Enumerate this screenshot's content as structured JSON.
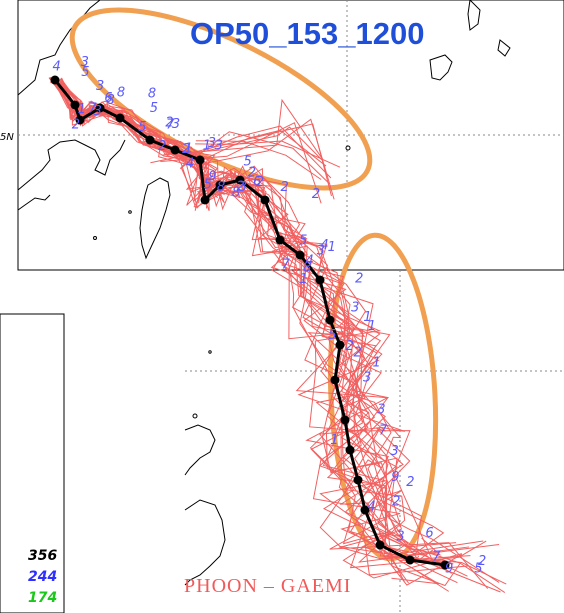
{
  "title": "OP50_153_1200",
  "lat_label": "5N",
  "typhoon_label": "PHOON  –  GAEMI",
  "legend": {
    "counts": [
      {
        "value": "356",
        "color": "#000000"
      },
      {
        "value": "244",
        "color": "#2f2fff"
      },
      {
        "value": "174",
        "color": "#19c819"
      }
    ]
  },
  "colors": {
    "ensemble_track": "#f26060",
    "observed_track": "#000000",
    "member_label": "#5a5aff",
    "highlight_ellipse": "#f0a050",
    "title": "#1F4FD8"
  },
  "member_labels": [
    "3",
    "6",
    "1",
    "8",
    "7",
    "5",
    "2",
    "3",
    "6",
    "8",
    "2",
    "2",
    "4",
    "5",
    "1",
    "3",
    "2",
    "1",
    "3",
    "1",
    "2",
    "2",
    "3",
    "9",
    "5",
    "4",
    "3",
    "2",
    "8",
    "5",
    "2",
    "1",
    "3",
    "2",
    "5",
    "3",
    "2",
    "1",
    "4",
    "8",
    "1",
    "5",
    "3",
    "7",
    "3",
    "9",
    "4",
    "6",
    "7",
    "2",
    "5",
    "3",
    "7",
    "8",
    "2",
    "3",
    "1",
    "4",
    "8",
    "9",
    "5",
    "2",
    "3",
    "7",
    "2",
    "1",
    "2"
  ]
}
